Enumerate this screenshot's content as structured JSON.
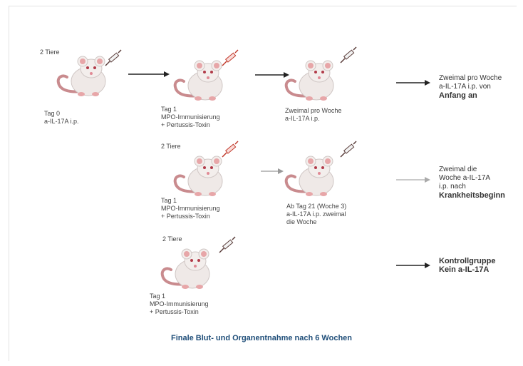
{
  "groups": {
    "g1": "2 Tiere",
    "g2": "2 Tiere",
    "g3": "2 Tiere"
  },
  "row1": {
    "mouse1": [
      "Tag 0",
      "a-IL-17A i.p."
    ],
    "mouse2": [
      "Tag 1",
      "MPO-Immunisierung",
      "+ Pertussis-Toxin"
    ],
    "mouse3": [
      "Zweimal pro Woche",
      "a-IL-17A i.p."
    ],
    "outcome": [
      "Zweimal pro Woche",
      "a-IL-17A i.p. von"
    ],
    "outcome_bold": "Anfang an"
  },
  "row2": {
    "mouse1": [
      "Tag 1",
      "MPO-Immunisierung",
      "+ Pertussis-Toxin"
    ],
    "mouse2": [
      "Ab Tag 21 (Woche 3)",
      "a-IL-17A i.p. zweimal",
      "die Woche"
    ],
    "outcome": [
      "Zweimal die",
      "Woche a-IL-17A",
      "i.p. nach"
    ],
    "outcome_bold": "Krankheitsbeginn"
  },
  "row3": {
    "mouse1": [
      "Tag 1",
      "MPO-Immunisierung",
      "+ Pertussis-Toxin"
    ],
    "outcome_bold": [
      "Kontrollgruppe",
      "Kein a-IL-17A"
    ]
  },
  "footer": "Finale Blut- und Organentnahme nach 6 Wochen",
  "colors": {
    "footer": "#1f4e79",
    "mouse_body": "#efe9e7",
    "ear_inner": "#e7a6a8",
    "tail": "#c98b8e",
    "syringe_dark": "#5a3d3a",
    "syringe_red": "#c0392b"
  }
}
